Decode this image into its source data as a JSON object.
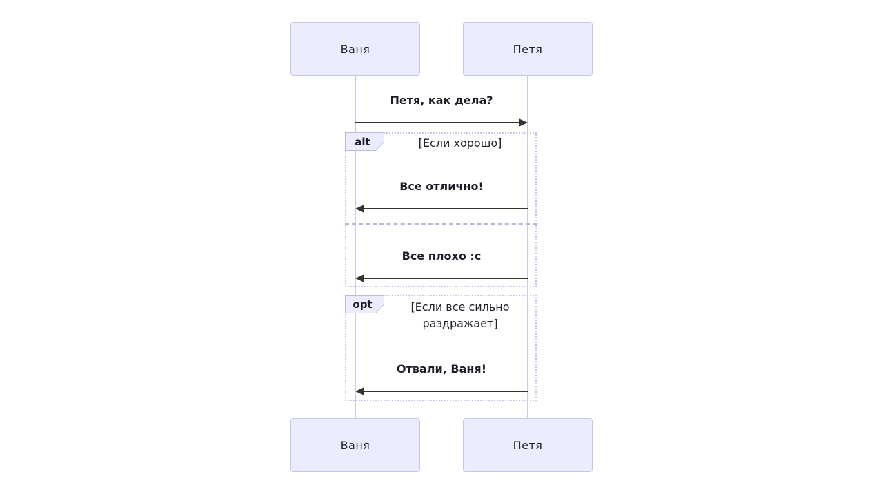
{
  "diagram": {
    "type": "sequence-diagram",
    "actors": [
      {
        "name": "Ваня"
      },
      {
        "name": "Петя"
      }
    ],
    "messages": [
      {
        "text": "Петя, как дела?",
        "from": "Ваня",
        "to": "Петя",
        "arrow": "solid-right"
      },
      {
        "text": "Все отлично!",
        "from": "Петя",
        "to": "Ваня",
        "arrow": "solid-left"
      },
      {
        "text": "Все плохо :c",
        "from": "Петя",
        "to": "Ваня",
        "arrow": "solid-left"
      },
      {
        "text": "Отвали, Ваня!",
        "from": "Петя",
        "to": "Ваня",
        "arrow": "solid-left"
      }
    ],
    "frames": [
      {
        "label": "alt",
        "condition": "[Если хорошо]"
      },
      {
        "label": "opt",
        "condition": "[Если все сильно раздражает]"
      }
    ],
    "colors": {
      "background": "#ffffff",
      "actor_fill": "#ECECFF",
      "actor_border": "#c6c6e8",
      "lifeline": "#cdc9e4",
      "arrow": "#333333",
      "frame_border": "#c9c5e6",
      "label_fill": "#ECECFF",
      "text": "#1c1c28"
    }
  }
}
